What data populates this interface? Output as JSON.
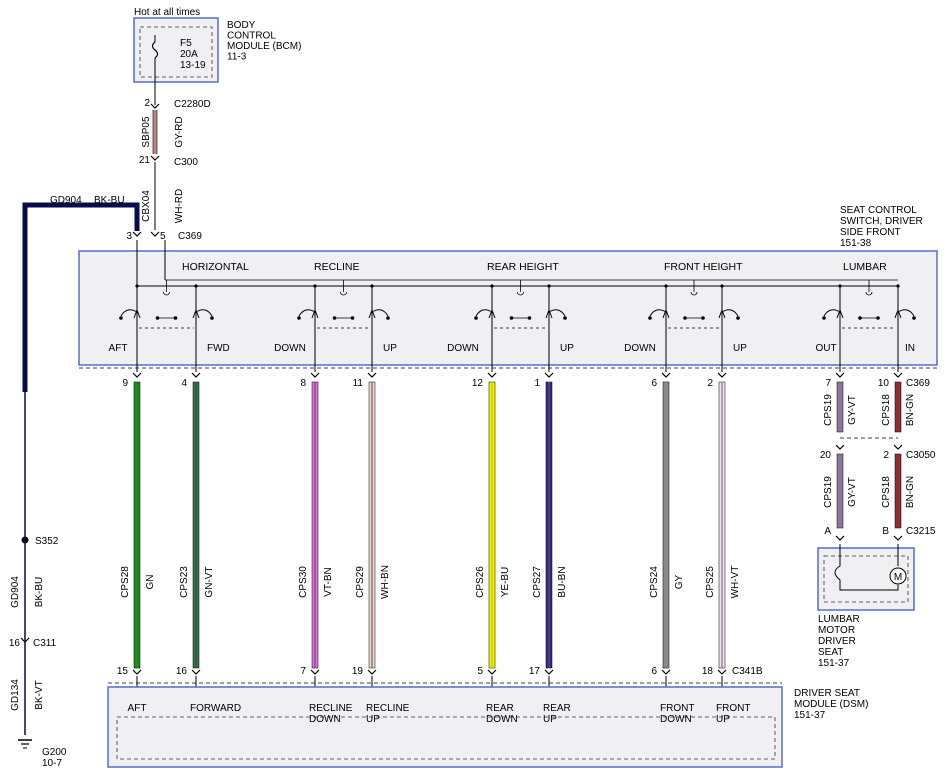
{
  "bcm": {
    "hot_label": "Hot at all times",
    "fuse_id": "F5",
    "fuse_amps": "20A",
    "fuse_ref": "13-19",
    "title_lines": [
      "BODY",
      "CONTROL",
      "MODULE (BCM)",
      "11-3"
    ]
  },
  "feed": {
    "pin_top": "2",
    "conn_top": "C2280D",
    "circuit_1": "SBP05",
    "color_1": "GY-RD",
    "pin_mid": "21",
    "conn_mid": "C300",
    "circuit_2": "CBX04",
    "color_2": "WH-RD",
    "pin_switch_feed": "5",
    "conn_switch": "C369"
  },
  "ground_feed": {
    "circuit": "GD904",
    "color": "BK-BU",
    "pin_switch": "3",
    "splice": "S352",
    "circuit_v": "GD904",
    "color_v": "BK-BU",
    "pin_c311": "16",
    "conn_c311": "C311",
    "circuit_2": "GD134",
    "color_2": "BK-VT",
    "ground_id": "G200",
    "ground_ref": "10-7"
  },
  "switch": {
    "title_lines": [
      "SEAT CONTROL",
      "SWITCH, DRIVER",
      "SIDE FRONT",
      "151-38"
    ],
    "headers": [
      "HORIZONTAL",
      "RECLINE",
      "REAR HEIGHT",
      "FRONT HEIGHT",
      "LUMBAR"
    ],
    "positions": [
      "AFT",
      "FWD",
      "DOWN",
      "UP",
      "DOWN",
      "UP",
      "DOWN",
      "UP",
      "OUT",
      "IN"
    ]
  },
  "wires": [
    {
      "top_pin": "9",
      "circuit": "CPS28",
      "color_code": "GN",
      "bottom_pin": "15",
      "color": "#1e8a1e",
      "stripe": null
    },
    {
      "top_pin": "4",
      "circuit": "CPS23",
      "color_code": "GN-VT",
      "bottom_pin": "16",
      "color": "#2f7a3a",
      "stripe": "#5a3a7a"
    },
    {
      "top_pin": "8",
      "circuit": "CPS30",
      "color_code": "VT-BN",
      "bottom_pin": "7",
      "color": "#e070d8",
      "stripe": "#8a4a8a"
    },
    {
      "top_pin": "11",
      "circuit": "CPS29",
      "color_code": "WH-BN",
      "bottom_pin": "19",
      "color": "#e8dcd4",
      "stripe": "#8a6a5a"
    },
    {
      "top_pin": "12",
      "circuit": "CPS26",
      "color_code": "YE-BU",
      "bottom_pin": "5",
      "color": "#f2f200",
      "stripe": "#c8c800"
    },
    {
      "top_pin": "1",
      "circuit": "CPS27",
      "color_code": "BU-BN",
      "bottom_pin": "17",
      "color": "#2a2a9a",
      "stripe": "#7a3a3a"
    },
    {
      "top_pin": "6",
      "circuit": "CPS24",
      "color_code": "GY",
      "bottom_pin": "6",
      "color": "#8a8a8a",
      "stripe": null
    },
    {
      "top_pin": "2",
      "circuit": "CPS25",
      "color_code": "WH-VT",
      "bottom_pin": "18",
      "color": "#ece4ec",
      "stripe": "#9a7a9a"
    }
  ],
  "dsm_conn": "C341B",
  "lumbar_wires": [
    {
      "top_pin": "7",
      "circuit": "CPS19",
      "color_code": "GY-VT",
      "pin_2": "20",
      "circuit_2": "CPS19",
      "color_code_2": "GY-VT",
      "motor_pin": "A",
      "color": "#8a7a9a"
    },
    {
      "top_pin": "10",
      "circuit": "CPS18",
      "color_code": "BN-GN",
      "pin_2": "2",
      "circuit_2": "CPS18",
      "color_code_2": "BN-GN",
      "motor_pin": "B",
      "color": "#8a3030"
    }
  ],
  "lumbar_conns": {
    "c1": "C369",
    "c2": "C3050",
    "c3": "C3215"
  },
  "lumbar_motor": {
    "title_lines": [
      "LUMBAR",
      "MOTOR",
      "DRIVER",
      "SEAT",
      "151-37"
    ],
    "motor_symbol": "M"
  },
  "dsm": {
    "title_lines": [
      "DRIVER SEAT",
      "MODULE (DSM)",
      "151-37"
    ],
    "labels": [
      [
        "AFT"
      ],
      [
        "FORWARD"
      ],
      [
        "RECLINE",
        "DOWN"
      ],
      [
        "RECLINE",
        "UP"
      ],
      [
        "REAR",
        "DOWN"
      ],
      [
        "REAR",
        "UP"
      ],
      [
        "FRONT",
        "DOWN"
      ],
      [
        "FRONT",
        "UP"
      ]
    ]
  },
  "colors": {
    "box_border": "#5a6ac8",
    "box_fill": "#f0f0f2",
    "ground_wire": "#0a0a4a"
  }
}
